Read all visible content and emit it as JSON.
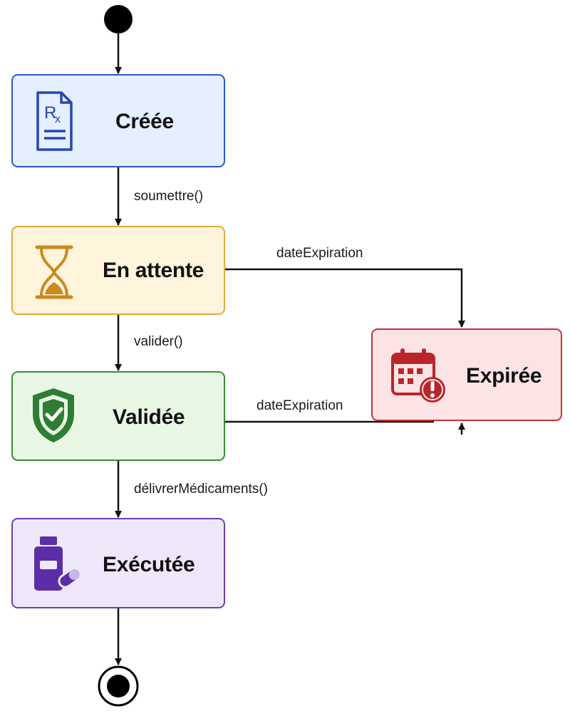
{
  "colors": {
    "creee": {
      "fill": "#e4efff",
      "stroke": "#2b57c4",
      "icon": "#2747b0"
    },
    "attente": {
      "fill": "#fff4dc",
      "stroke": "#e3aa3a",
      "icon": "#c98a1e"
    },
    "validee": {
      "fill": "#e8f6e4",
      "stroke": "#3c8a3a",
      "icon": "#2e7d32"
    },
    "executee": {
      "fill": "#efe8fb",
      "stroke": "#6a3fb0",
      "icon": "#5b2ea8"
    },
    "expiree": {
      "fill": "#fde4e4",
      "stroke": "#c6343a",
      "icon": "#b8262b"
    },
    "line": "#111111"
  },
  "states": {
    "creee": {
      "label": "Créée",
      "icon": "prescription-document-icon"
    },
    "attente": {
      "label": "En attente",
      "icon": "hourglass-icon"
    },
    "validee": {
      "label": "Validée",
      "icon": "shield-check-icon"
    },
    "executee": {
      "label": "Exécutée",
      "icon": "medicine-bottle-pill-icon"
    },
    "expiree": {
      "label": "Expirée",
      "icon": "calendar-alert-icon"
    }
  },
  "transitions": {
    "soumettre": "soumettre()",
    "valider": "valider()",
    "delivrer": "délivrerMédicaments()",
    "expire_from_attente": "dateExpiration",
    "expire_from_validee": "dateExpiration"
  },
  "icon_text": {
    "rx": "R",
    "rx_sub": "x"
  }
}
